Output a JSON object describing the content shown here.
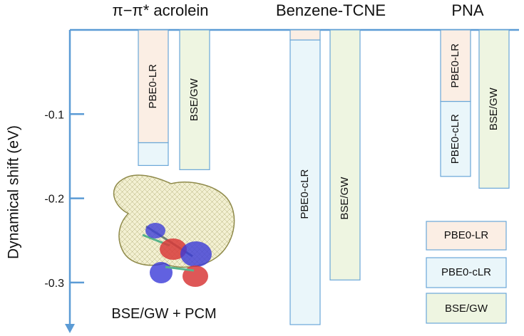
{
  "colors": {
    "axis": "#5b9bd5",
    "bar_edge": "#6aa7d8",
    "lr_fill": "#fbeee4",
    "clr_fill": "#eaf6fa",
    "gw_fill": "#eef5e1"
  },
  "chart_data": {
    "type": "bar",
    "title": "",
    "ylabel": "Dynamical shift (eV)",
    "xlabel": "",
    "ylim": [
      -0.35,
      0
    ],
    "yticks": [
      -0.1,
      -0.2,
      -0.3
    ],
    "ytick_labels": [
      "-0.1",
      "-0.2",
      "-0.3"
    ],
    "groups": [
      {
        "name": "π−π* acrolein",
        "bars": [
          {
            "series": "PBE0",
            "label": "PBE0-LR",
            "segments": [
              {
                "scheme": "PBE0-LR",
                "value": -0.134
              },
              {
                "scheme": "PBE0-cLR",
                "value": -0.161
              }
            ]
          },
          {
            "series": "BSE/GW",
            "label": "BSE/GW",
            "segments": [
              {
                "scheme": "BSE/GW",
                "value": -0.166
              }
            ]
          }
        ]
      },
      {
        "name": "Benzene-TCNE",
        "bars": [
          {
            "series": "PBE0",
            "label": "PBE0-cLR",
            "segments": [
              {
                "scheme": "PBE0-LR",
                "value": -0.012
              },
              {
                "scheme": "PBE0-cLR",
                "value": -0.35
              }
            ]
          },
          {
            "series": "BSE/GW",
            "label": "BSE/GW",
            "segments": [
              {
                "scheme": "BSE/GW",
                "value": -0.297
              }
            ]
          }
        ]
      },
      {
        "name": "PNA",
        "bars": [
          {
            "series": "PBE0",
            "label": "PBE0-LR",
            "segments": [
              {
                "scheme": "PBE0-LR",
                "value": -0.085
              }
            ]
          },
          {
            "series": "PBE0",
            "label": "PBE0-cLR",
            "segments": [
              {
                "scheme": "PBE0-cLR",
                "value": -0.174
              }
            ]
          },
          {
            "series": "BSE/GW",
            "label": "BSE/GW",
            "segments": [
              {
                "scheme": "BSE/GW",
                "value": -0.188
              }
            ]
          }
        ]
      }
    ],
    "legend": {
      "placement": "bottom-right",
      "entries": [
        "PBE0-LR",
        "PBE0-cLR",
        "BSE/GW"
      ]
    },
    "annotation": "BSE/GW + PCM",
    "grid": false
  }
}
